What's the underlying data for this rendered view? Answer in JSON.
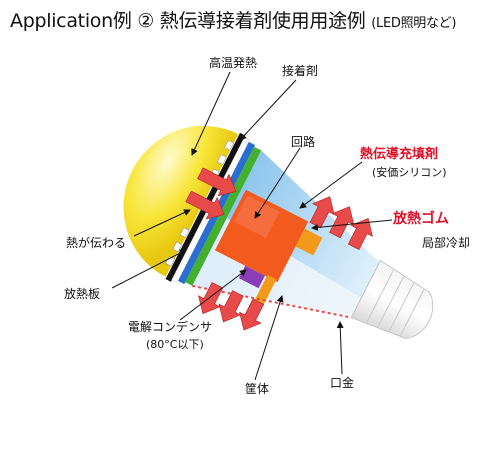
{
  "title": {
    "main": "Application例 ② 熱伝導接着剤使用用途例",
    "sub": "(LED照明など)"
  },
  "labels": {
    "high_temp": "高温発熱",
    "adhesive": "接着剤",
    "circuit": "回路",
    "thermal_filler": "熱伝導充填剤",
    "thermal_filler_note": "(安価シリコン)",
    "heat_rubber": "放熱ゴム",
    "local_cooling": "局部冷却",
    "heat_transfer": "熱が伝わる",
    "heat_sink_plate": "放熱板",
    "capacitor": "電解コンデンサ",
    "capacitor_note": "(80°C以下)",
    "housing": "筐体",
    "base": "口金"
  },
  "colors": {
    "bulb_yellow": "#f5e020",
    "body_blue": "#a9d4f2",
    "circuit_red": "#f25a1e",
    "green_plate": "#43b030",
    "arrow_red": "#e84a4a",
    "orange": "#f39a1a",
    "purple": "#8b3db8",
    "title_red": "#e0102a"
  }
}
